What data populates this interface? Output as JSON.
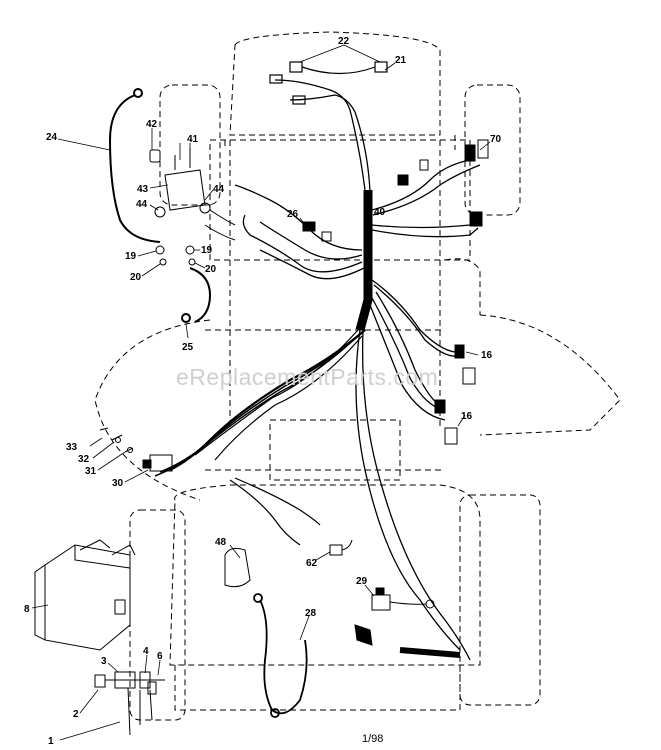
{
  "diagram": {
    "watermark": "eReplacementParts.com",
    "footer_code": "1/98",
    "callouts": [
      {
        "id": "c22",
        "label": "22"
      },
      {
        "id": "c21",
        "label": "21"
      },
      {
        "id": "c70",
        "label": "70"
      },
      {
        "id": "c24",
        "label": "24"
      },
      {
        "id": "c42",
        "label": "42"
      },
      {
        "id": "c41",
        "label": "41"
      },
      {
        "id": "c43",
        "label": "43"
      },
      {
        "id": "c44a",
        "label": "44"
      },
      {
        "id": "c44b",
        "label": "44"
      },
      {
        "id": "c40",
        "label": "40"
      },
      {
        "id": "c26",
        "label": "26"
      },
      {
        "id": "c19a",
        "label": "19"
      },
      {
        "id": "c19b",
        "label": "19"
      },
      {
        "id": "c20a",
        "label": "20"
      },
      {
        "id": "c20b",
        "label": "20"
      },
      {
        "id": "c25",
        "label": "25"
      },
      {
        "id": "c16a",
        "label": "16"
      },
      {
        "id": "c16b",
        "label": "16"
      },
      {
        "id": "c33",
        "label": "33"
      },
      {
        "id": "c32",
        "label": "32"
      },
      {
        "id": "c31",
        "label": "31"
      },
      {
        "id": "c30",
        "label": "30"
      },
      {
        "id": "c48",
        "label": "48"
      },
      {
        "id": "c62",
        "label": "62"
      },
      {
        "id": "c29",
        "label": "29"
      },
      {
        "id": "c28",
        "label": "28"
      },
      {
        "id": "c8",
        "label": "8"
      },
      {
        "id": "c4",
        "label": "4"
      },
      {
        "id": "c6",
        "label": "6"
      },
      {
        "id": "c3",
        "label": "3"
      },
      {
        "id": "c2",
        "label": "2"
      },
      {
        "id": "c1",
        "label": "1"
      }
    ]
  }
}
